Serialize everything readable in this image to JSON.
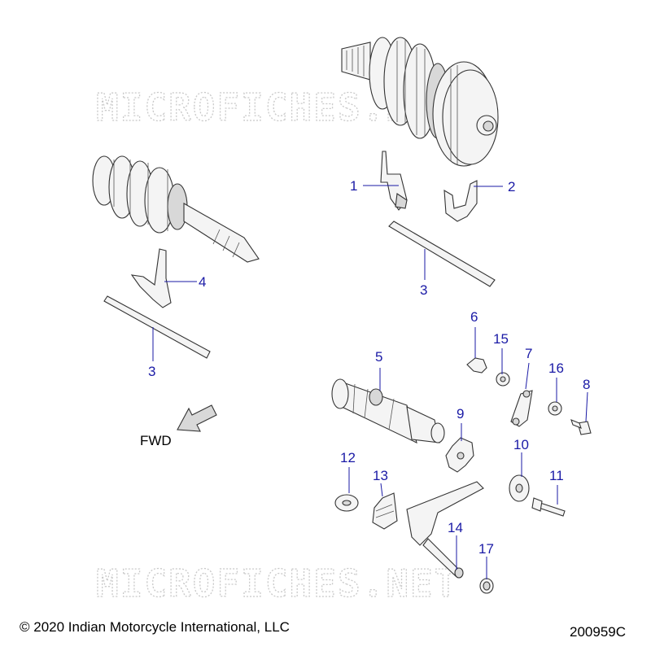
{
  "watermarks": [
    "MICROFICHES.NET",
    "MICROFICHES.NET"
  ],
  "callouts": {
    "c1": "1",
    "c2": "2",
    "c3a": "3",
    "c3b": "3",
    "c4": "4",
    "c5": "5",
    "c6": "6",
    "c7": "7",
    "c8": "8",
    "c9": "9",
    "c10": "10",
    "c11": "11",
    "c12": "12",
    "c13": "13",
    "c14": "14",
    "c15": "15",
    "c16": "16",
    "c17": "17"
  },
  "fwd_label": "FWD",
  "copyright": "© 2020 Indian Motorcycle International, LLC",
  "reference_code": "200959C",
  "colors": {
    "callout": "#1a1aa6",
    "watermark": "#c9c9c9",
    "line_art": "#333333"
  }
}
